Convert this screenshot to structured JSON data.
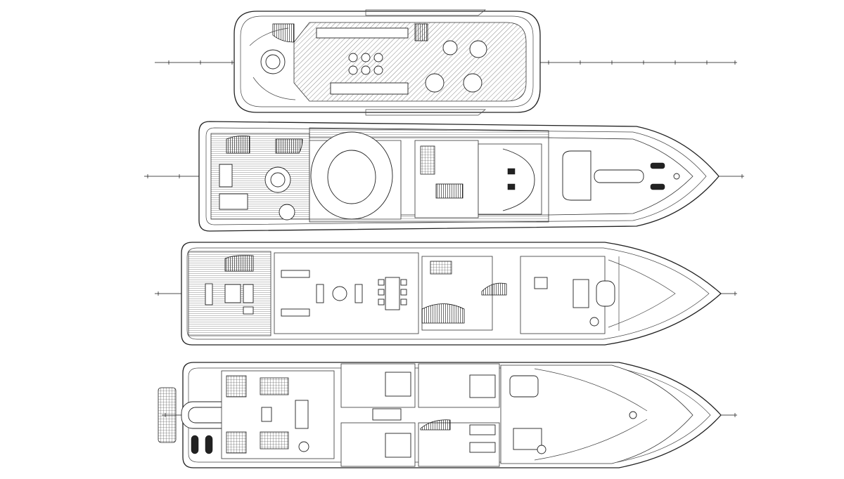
{
  "decks": [
    {
      "id": "sun-deck"
    },
    {
      "id": "bridge-deck"
    },
    {
      "id": "main-deck"
    },
    {
      "id": "lower-deck"
    }
  ]
}
